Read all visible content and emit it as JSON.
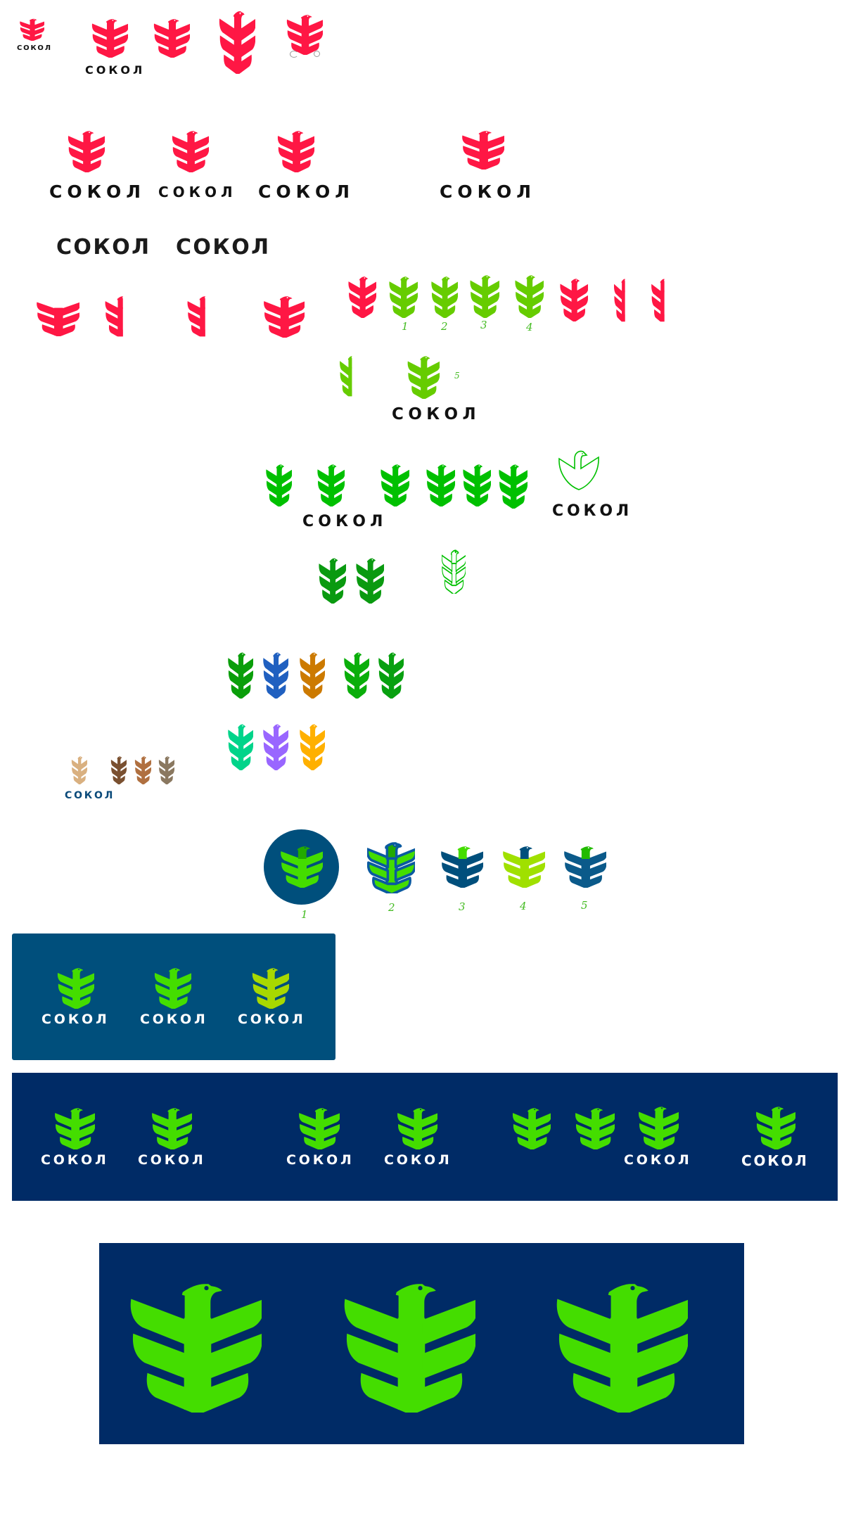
{
  "brand": {
    "name": "СОКОЛ",
    "stencil_name": "СОКОЛ"
  },
  "labels_green_row": [
    "1",
    "2",
    "3",
    "4",
    "5"
  ],
  "labels_blue_row": [
    "1",
    "2",
    "3",
    "4",
    "5"
  ],
  "colors": {
    "red": "#ff1744",
    "lime": "#66cc00",
    "green": "#00c000",
    "dark_green": "#0a9a10",
    "bright_green": "#44dd00",
    "yellow_green": "#a8d800",
    "teal_blue": "#004f7c",
    "navy": "#002b66",
    "blue": "#2060c0",
    "orange": "#cc7a00",
    "teal": "#00d48a",
    "purple": "#9966ff",
    "amber": "#ffb000"
  }
}
